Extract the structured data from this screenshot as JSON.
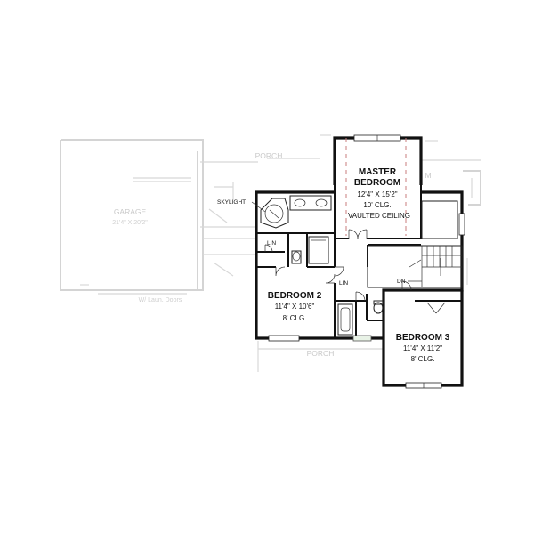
{
  "ghost_labels": {
    "garage": "GARAGE",
    "garage_dims": "21'4\" X 20'2\"",
    "porch_top": "PORCH",
    "porch_bottom": "PORCH",
    "room_partial": "M",
    "garage_note": "W/ Laun. Doors"
  },
  "rooms": {
    "master": {
      "name_line1": "MASTER",
      "name_line2": "BEDROOM",
      "dims": "12'4\" X 15'2\"",
      "ceiling": "10' CLG.",
      "ceiling_note": "VAULTED CEILING"
    },
    "bedroom2": {
      "name": "BEDROOM 2",
      "dims": "11'4\" X 10'6\"",
      "ceiling": "8' CLG."
    },
    "bedroom3": {
      "name": "BEDROOM 3",
      "dims": "11'4\" X 11'2\"",
      "ceiling": "8' CLG."
    }
  },
  "labels": {
    "skylight": "SKYLIGHT",
    "linen_1": "LIN",
    "linen_2": "LIN",
    "stair_down": "DN"
  }
}
